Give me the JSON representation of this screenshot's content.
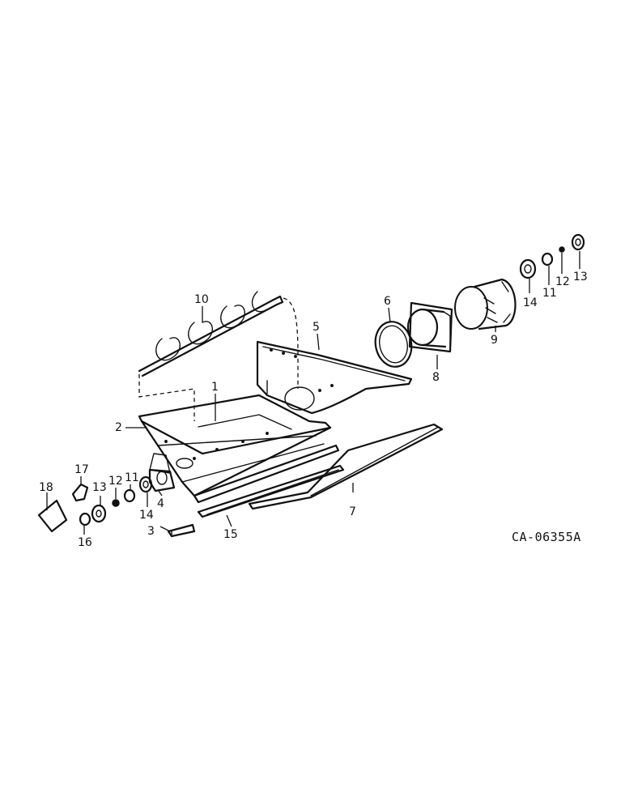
{
  "diagram": {
    "drawing_code": "CA-06355A",
    "callouts": [
      "1",
      "2",
      "3",
      "4",
      "5",
      "6",
      "7",
      "8",
      "9",
      "10",
      "11",
      "11",
      "12",
      "12",
      "13",
      "13",
      "14",
      "14",
      "15",
      "16",
      "17",
      "18"
    ]
  }
}
